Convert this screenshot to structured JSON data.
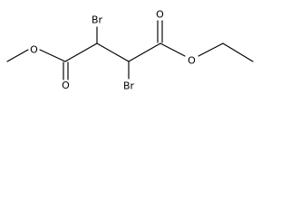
{
  "molecule": {
    "atoms": {
      "o_carbonyl_left": "O",
      "o_ester_left": "O",
      "br_upper": "Br",
      "br_lower": "Br",
      "o_carbonyl_right": "O",
      "o_ester_right": "O"
    }
  }
}
